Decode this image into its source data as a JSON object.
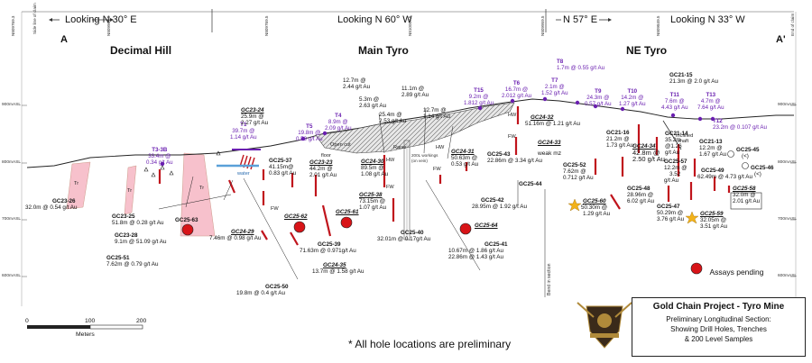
{
  "header": {
    "looking_left": "Looking N 30° E",
    "looking_mid": "Looking N 60° W",
    "looking_right_dir": "N 57° E",
    "looking_right": "Looking N 33° W"
  },
  "section_ends": {
    "left": "A",
    "right": "A'"
  },
  "section_names": {
    "decimal": "Decimal Hill",
    "main": "Main Tyro",
    "ne": "NE Tyro"
  },
  "top_labels": {
    "n1": "N809769.3",
    "side1": "Side line of claim",
    "n2": "N809969.5",
    "n3": "N809769.5",
    "n4": "N810009.5",
    "n5": "N809959.5",
    "n6": "N809849.5",
    "side2": "End of claim"
  },
  "elevations": {
    "l900": "900mASL",
    "l800": "800mASL",
    "l700": "700mASL",
    "l600": "600mASL",
    "r900": "900mASL",
    "r800": "800mASL",
    "r700": "700mASL",
    "r600": "600mASL"
  },
  "trenches": [
    {
      "id": "T1",
      "val": "39.7m @",
      "grade": "1.14 g/t Au"
    },
    {
      "id": "T3-3B",
      "val": "33.4m @",
      "grade": "0.34 g/t Au"
    },
    {
      "id": "T4",
      "val": "8.9m @",
      "grade": "2.09 g/t Au"
    },
    {
      "id": "T5",
      "val": "19.8m @",
      "grade": "0.59 g/t Au"
    },
    {
      "id": "T15",
      "val": "9.2m @",
      "grade": "1.812 g/t Au"
    },
    {
      "id": "T6",
      "val": "16.7m @",
      "grade": "2.012 g/t Au"
    },
    {
      "id": "T7",
      "val": "2.1m @",
      "grade": "1.52 g/t Au"
    },
    {
      "id": "T8",
      "val": "1.7m @ 0.55 g/t Au",
      "grade": ""
    },
    {
      "id": "T9",
      "val": "24.3m @",
      "grade": "0.57 g/t Au"
    },
    {
      "id": "T10",
      "val": "14.2m @",
      "grade": "1.27 g/t Au"
    },
    {
      "id": "T11",
      "val": "7.6m @",
      "grade": "4.43 g/t Au"
    },
    {
      "id": "T13",
      "val": "4.7m @",
      "grade": "7.64 g/t Au"
    },
    {
      "id": "T12",
      "val": "23.2m @ 0.107 g/t Au",
      "grade": ""
    }
  ],
  "holes": {
    "gc23_24": {
      "id": "GC23-24",
      "l1": "25.9m @",
      "l2": "2.27 g/t Au"
    },
    "gc23_26": {
      "id": "GC23-26",
      "l1": "32.0m @ 0.54 g/t Au"
    },
    "gc23_25": {
      "id": "GC23-25",
      "l1": "51.8m @ 0.28 g/t Au"
    },
    "gc23_28": {
      "id": "GC23-28",
      "l1": "9.1m @ 51.09 g/t Au"
    },
    "gc25_51": {
      "id": "GC25-51",
      "l1": "7.62m @ 0.79 g/t Au"
    },
    "gc25_63": {
      "id": "GC25-63"
    },
    "gc24_29": {
      "id": "GC24-29",
      "l1": "7.46m @ 0.98 g/t Au"
    },
    "gc25_50": {
      "id": "GC25-50",
      "l1": "19.8m @ 0.4 g/t Au"
    },
    "gc25_37": {
      "id": "GC25-37",
      "l1": "41.15m@",
      "l2": "0.83 g/t Au"
    },
    "gc23_23": {
      "id": "GC23-23",
      "l1": "44.2m @",
      "l2": "2.01 g/t Au"
    },
    "gc25_62": {
      "id": "GC25-62"
    },
    "gc25_39": {
      "id": "GC25-39",
      "l1": "71.63m @ 0.971g/t Au"
    },
    "gc24_35": {
      "id": "GC24-35",
      "l1": "13.7m @ 1.58 g/t Au"
    },
    "gc25_61": {
      "id": "GC25-61"
    },
    "gc24_30": {
      "id": "GC24-30",
      "l1": "89.5m @",
      "l2": "1.08 g/t Au"
    },
    "gc25_38": {
      "id": "GC25-38",
      "l1": "73.15m @",
      "l2": "1.07 g/t Au"
    },
    "gc25_40": {
      "id": "GC25-40",
      "l1": "32.01m @ 0.17g/t Au"
    },
    "w127a": {
      "l1": "12.7m @",
      "l2": "2.44 g/t Au"
    },
    "w53": {
      "l1": "5.3m @",
      "l2": "2.63 g/t Au"
    },
    "w111": {
      "l1": "11.1m @",
      "l2": "2.89 g/t Au"
    },
    "w254": {
      "l1": "25.4m @",
      "l2": "2.53 g/t Au"
    },
    "w127b": {
      "l1": "12.7m @",
      "l2": "1.14 g/t Au"
    },
    "gc24_31": {
      "id": "GC24-31",
      "l1": "50.63m @",
      "l2": "0.53 g/t Au"
    },
    "gc25_43": {
      "id": "GC25-43",
      "l1": "22.86m @ 3.34 g/t Au"
    },
    "gc25_44": {
      "id": "GC25-44"
    },
    "gc25_42": {
      "id": "GC25-42",
      "l1": "28.95m @ 1.92 g/t Au"
    },
    "gc25_64": {
      "id": "GC25-64"
    },
    "gc25_41": {
      "id": "GC25-41",
      "l1": "10.67m @ 1.86 g/t Au",
      "l2": "22.86m @ 1.43 g/t Au"
    },
    "gc24_32": {
      "id": "GC24-32",
      "l1": "51.16m @ 1.21 g/t Au"
    },
    "gc24_33": {
      "id": "GC24-33",
      "l1": "weak mz"
    },
    "gc21_15": {
      "id": "GC21-15",
      "l1": "21.3m @ 2.0 g/t Au"
    },
    "gc21_16": {
      "id": "GC21-16",
      "l1": "21.2m @",
      "l2": "1.73 g/t Au"
    },
    "gc24_34": {
      "id": "GC24-34",
      "l1": "42.8m @",
      "l2": "2.50 g/t Au"
    },
    "gc21_14": {
      "id": "GC21-14",
      "l1": "35.2m",
      "l2": "@1.26",
      "l3": "g/t Au"
    },
    "gc21_13": {
      "id": "GC21-13",
      "l1": "12.2m @",
      "l2": "1.67 g/t Au"
    },
    "gc25_45": {
      "id": "GC25-45",
      "l1": "(<)"
    },
    "gc25_46": {
      "id": "GC25-46",
      "l1": "(<)"
    },
    "gc25_52": {
      "id": "GC25-52",
      "l1": "7.62m @",
      "l2": "0.712 g/t Au"
    },
    "gc25_57": {
      "id": "GC25-57",
      "l1": "12.2m @",
      "l2": "3.52",
      "l3": "g/t Au"
    },
    "gc25_49": {
      "id": "GC25-49",
      "l1": "62.49m @ 4.73 g/t Au"
    },
    "gc25_48": {
      "id": "GC25-48",
      "l1": "28.96m @",
      "l2": "6.02 g/t Au"
    },
    "gc25_47": {
      "id": "GC25-47",
      "l1": "50.29m @",
      "l2": "3.76 g/t Au"
    },
    "gc25_58": {
      "id": "GC25-58",
      "l1": "32.0m @",
      "l2": "2.01 g/t Au"
    },
    "gc25_60": {
      "id": "GC25-60",
      "l1": "50.30m @",
      "l2": "1.29 g/t Au"
    },
    "gc25_59": {
      "id": "GC25-59",
      "l1": "32.05m @",
      "l2": "3.51 g/t Au"
    }
  },
  "labels": {
    "water": "water",
    "open_cut": "Open cut",
    "floor": "floor",
    "raise": "Raise",
    "level200": "200L workings (on vein)",
    "inclined": "Inclined",
    "shaft": "shaft",
    "hw": "HW",
    "fw": "FW",
    "bend": "Bend in section",
    "tr": "Tr"
  },
  "legend": {
    "assays_pending": "Assays pending"
  },
  "scale": {
    "s0": "0",
    "s100": "100",
    "s200": "200",
    "unit": "Meters"
  },
  "note": "* All hole locations are preliminary",
  "title_block": {
    "title": "Gold Chain Project - Tyro Mine",
    "line1": "Preliminary Longitudinal Section:",
    "line2": "Showing Drill Holes, Trenches",
    "line3": "& 200 Level Samples"
  },
  "colors": {
    "trench_text": "#6a1fb0",
    "hole_bar": "#c0141c",
    "pending": "#d81418",
    "star": "#f2b21a",
    "tr_unit": "#f7c1cc"
  }
}
